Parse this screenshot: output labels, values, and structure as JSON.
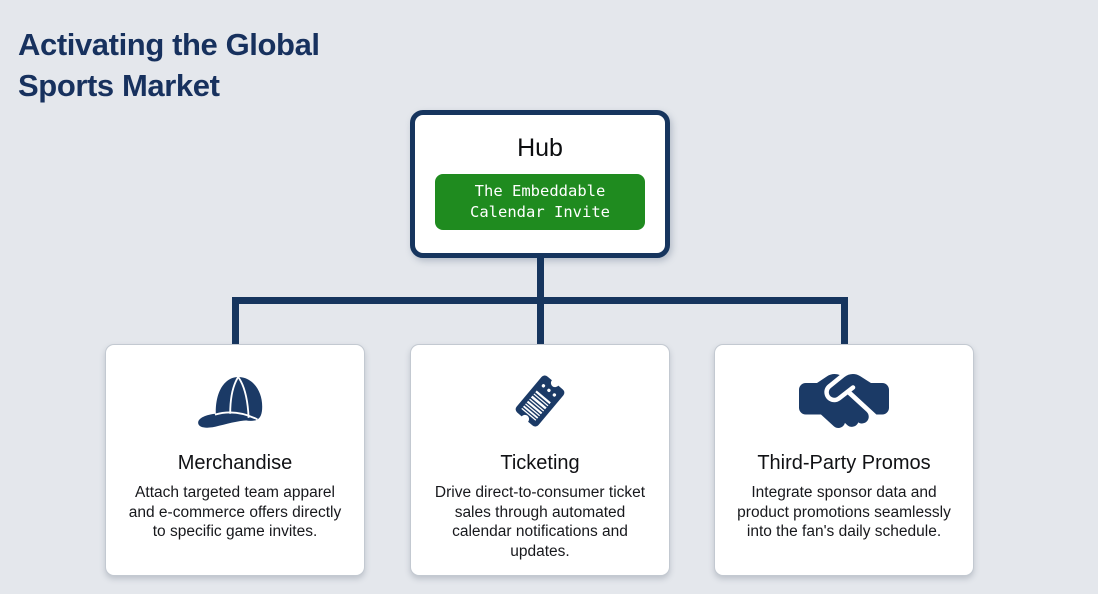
{
  "header": {
    "title": "Activating the Global Sports Market"
  },
  "hub": {
    "title": "Hub",
    "badge_label": "The Embeddable Calendar Invite"
  },
  "cards": [
    {
      "icon": "baseball-cap-icon",
      "title": "Merchandise",
      "description": "Attach targeted team apparel and e-commerce offers directly to specific game invites."
    },
    {
      "icon": "ticket-icon",
      "title": "Ticketing",
      "description": "Drive direct-to-consumer ticket sales through automated calendar notifications and updates."
    },
    {
      "icon": "handshake-icon",
      "title": "Third-Party Promos",
      "description": "Integrate sponsor data and product promotions seamlessly into the fan's daily schedule."
    }
  ],
  "colors": {
    "background": "#e4e7ec",
    "connector_navy": "#16355e",
    "icon_navy": "#1b3a66",
    "title_navy": "#17315e",
    "badge_green": "#1f8b1f",
    "badge_text": "#ffffff",
    "card_background": "#ffffff",
    "card_border": "#c3c9d1"
  }
}
